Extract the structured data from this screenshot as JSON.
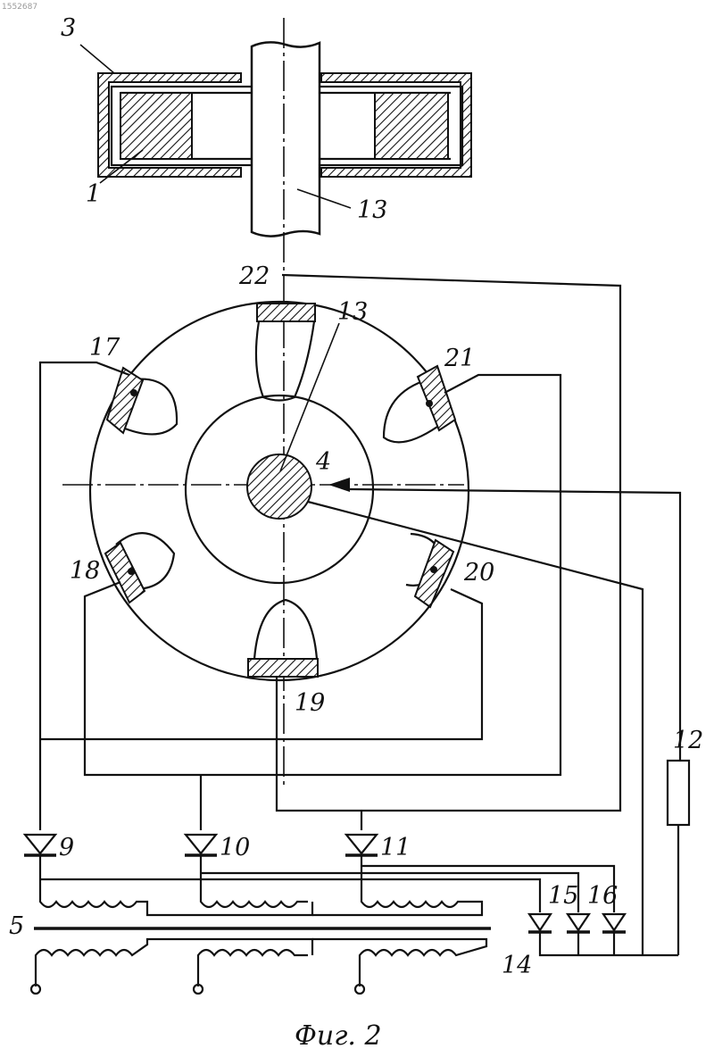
{
  "header": {
    "doc_number": "1552687"
  },
  "caption": "Фиг. 2",
  "labels": {
    "l1": "1",
    "l3": "3",
    "l4": "4",
    "l5": "5",
    "l9": "9",
    "l10": "10",
    "l11": "11",
    "l12": "12",
    "l13a": "13",
    "l13b": "13",
    "l14": "14",
    "l15": "15",
    "l16": "16",
    "l17": "17",
    "l18": "18",
    "l19": "19",
    "l20": "20",
    "l21": "21",
    "l22": "22"
  }
}
